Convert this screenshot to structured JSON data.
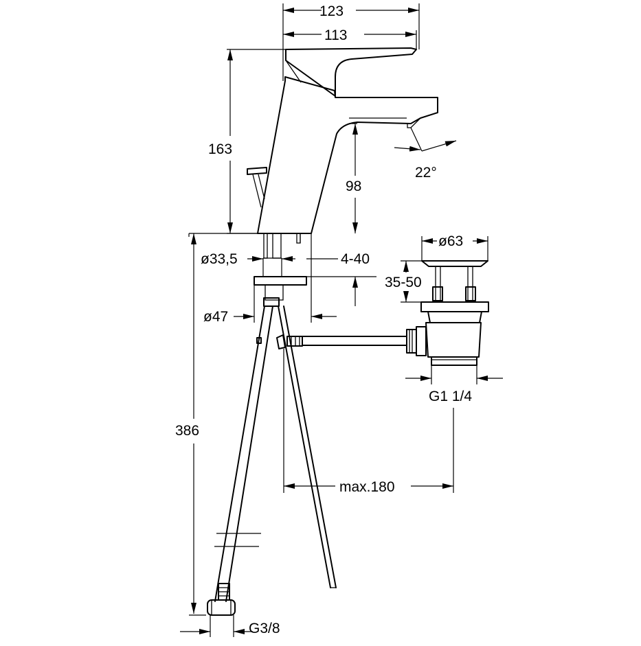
{
  "labels": {
    "width_total": "123",
    "width_spout": "113",
    "height_total": "163",
    "height_spout": "98",
    "angle": "22°",
    "hole_dia": "ø33,5",
    "deck_thickness": "4-40",
    "washer_dia": "ø47",
    "waste_dia": "ø63",
    "waste_range": "35-50",
    "waste_thread": "G1 1/4",
    "hose_length": "386",
    "pull_rod_max": "max.180",
    "hose_thread": "G3/8"
  }
}
